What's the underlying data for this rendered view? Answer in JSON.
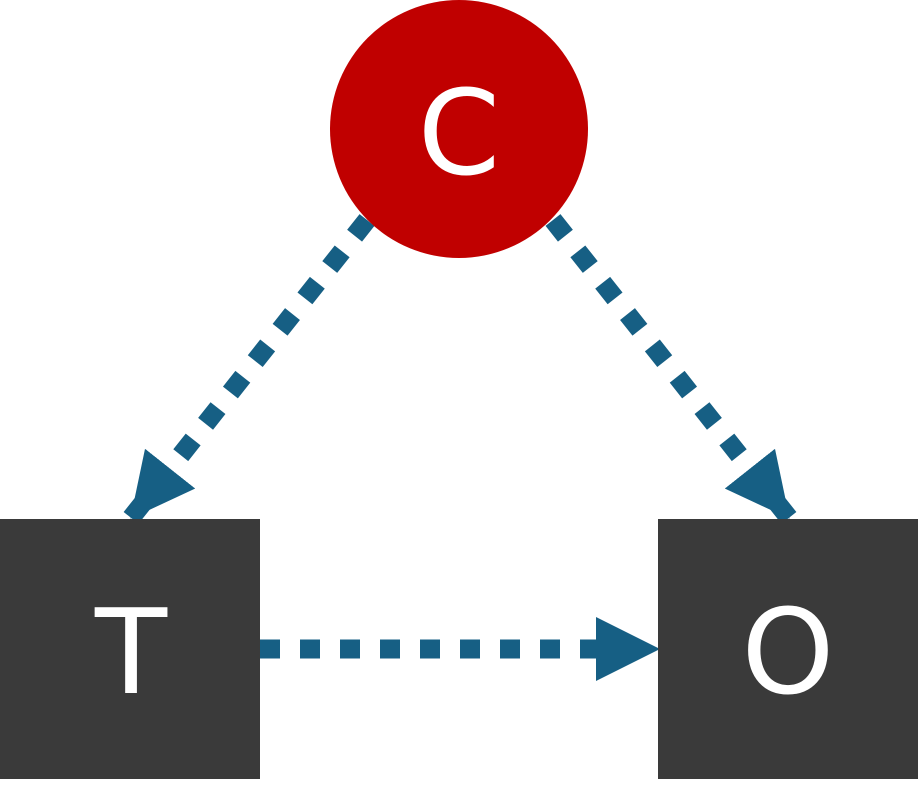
{
  "nodes": {
    "confounder": {
      "label": "C",
      "shape": "circle",
      "color": "#c00000"
    },
    "treatment": {
      "label": "T",
      "shape": "square",
      "color": "#3a3a3a"
    },
    "outcome": {
      "label": "O",
      "shape": "square",
      "color": "#3a3a3a"
    }
  },
  "edges": [
    {
      "from": "C",
      "to": "T",
      "style": "dashed",
      "color": "#165f84"
    },
    {
      "from": "C",
      "to": "O",
      "style": "dashed",
      "color": "#165f84"
    },
    {
      "from": "T",
      "to": "O",
      "style": "dashed",
      "color": "#165f84"
    }
  ],
  "colors": {
    "arrow": "#165f84",
    "label_text": "#ffffff",
    "background": "#ffffff"
  }
}
